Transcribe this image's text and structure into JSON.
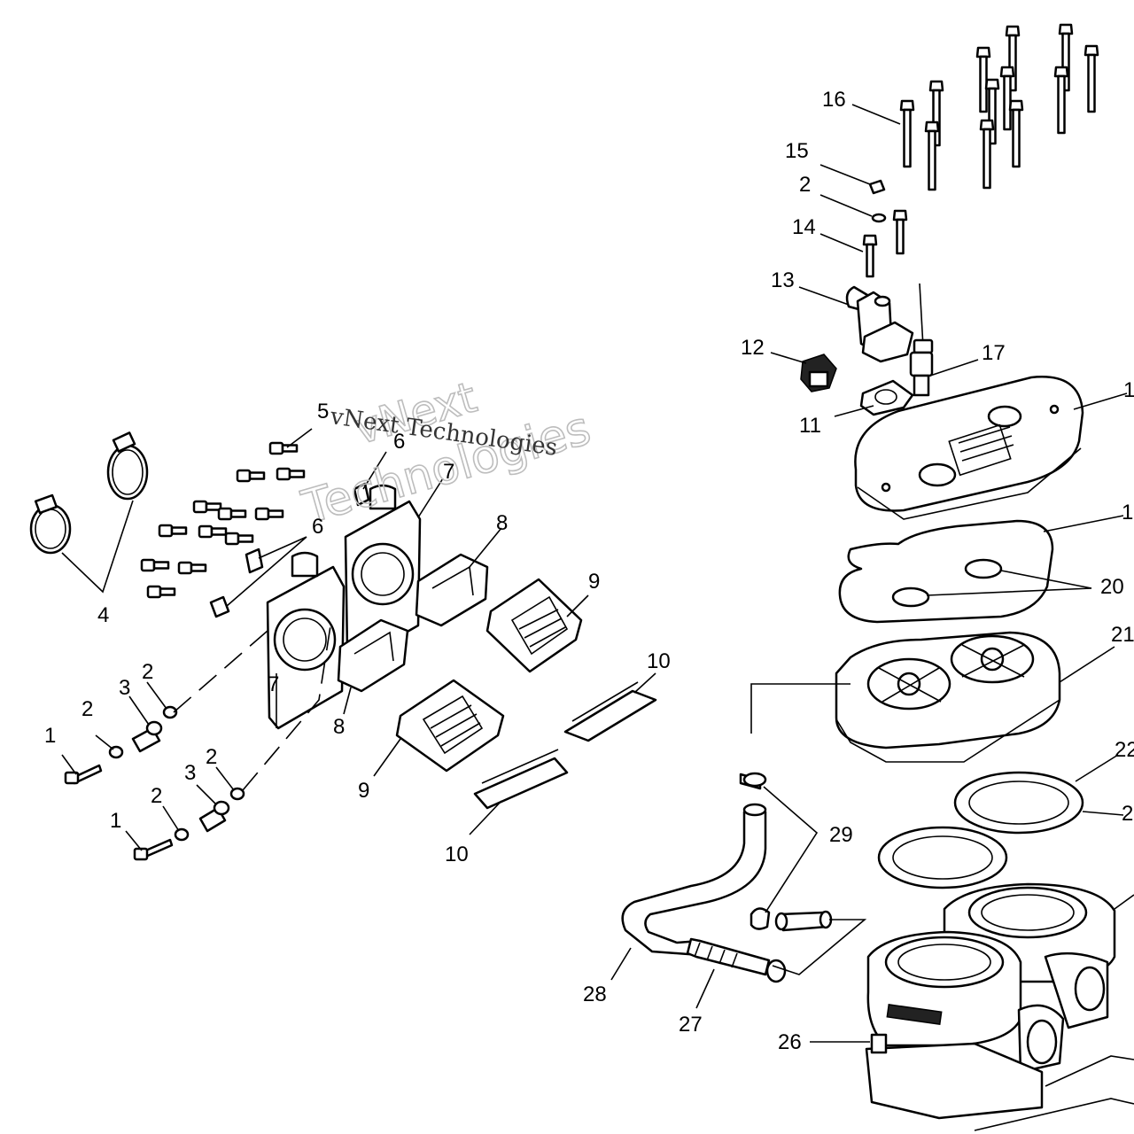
{
  "diagram": {
    "watermark": {
      "brand_top": "vNext",
      "brand_bottom": "Technologies",
      "brand_inline": "vNext Technologies"
    },
    "callouts": [
      {
        "id": "c1a",
        "text": "1"
      },
      {
        "id": "c1b",
        "text": "1"
      },
      {
        "id": "c2a",
        "text": "2"
      },
      {
        "id": "c2b",
        "text": "2"
      },
      {
        "id": "c2c",
        "text": "2"
      },
      {
        "id": "c2d",
        "text": "2"
      },
      {
        "id": "c2e",
        "text": "2"
      },
      {
        "id": "c3a",
        "text": "3"
      },
      {
        "id": "c3b",
        "text": "3"
      },
      {
        "id": "c4",
        "text": "4"
      },
      {
        "id": "c5",
        "text": "5"
      },
      {
        "id": "c6a",
        "text": "6"
      },
      {
        "id": "c6b",
        "text": "6"
      },
      {
        "id": "c7a",
        "text": "7"
      },
      {
        "id": "c7b",
        "text": "7"
      },
      {
        "id": "c8a",
        "text": "8"
      },
      {
        "id": "c8b",
        "text": "8"
      },
      {
        "id": "c9a",
        "text": "9"
      },
      {
        "id": "c9b",
        "text": "9"
      },
      {
        "id": "c10a",
        "text": "10"
      },
      {
        "id": "c10b",
        "text": "10"
      },
      {
        "id": "c11",
        "text": "11"
      },
      {
        "id": "c12",
        "text": "12"
      },
      {
        "id": "c13",
        "text": "13"
      },
      {
        "id": "c14",
        "text": "14"
      },
      {
        "id": "c15",
        "text": "15"
      },
      {
        "id": "c16",
        "text": "16"
      },
      {
        "id": "c17",
        "text": "17"
      },
      {
        "id": "c18",
        "text": "1"
      },
      {
        "id": "c19",
        "text": "1"
      },
      {
        "id": "c20",
        "text": "20"
      },
      {
        "id": "c21",
        "text": "21"
      },
      {
        "id": "c22",
        "text": "22"
      },
      {
        "id": "c23",
        "text": "2"
      },
      {
        "id": "c26",
        "text": "26"
      },
      {
        "id": "c27",
        "text": "27"
      },
      {
        "id": "c28",
        "text": "28"
      },
      {
        "id": "c29",
        "text": "29"
      }
    ]
  }
}
